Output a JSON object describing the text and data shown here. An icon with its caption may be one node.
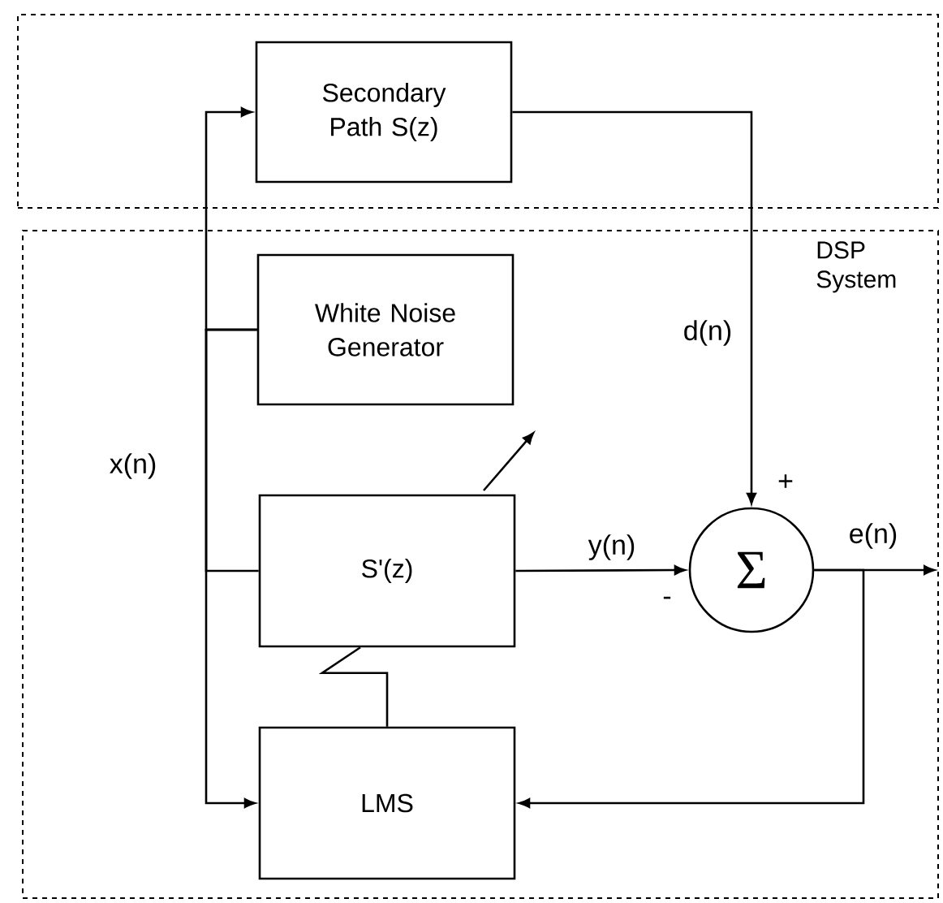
{
  "diagram": {
    "nodes": [
      {
        "text": [],
        "shape": "box"
      },
      {
        "text": [
          "Secondary Path S(z)"
        ],
        "in": 0
      },
      {
        "text": [
          "DSP System"
        ]
      },
      {
        "text": [
          "White Noise Generator"
        ],
        "in": 2
      },
      {
        "text": [
          "S'(z)"
        ],
        "in": 2
      },
      {
        "text": [
          "Σ"
        ],
        "in": 2
      },
      {
        "text": [
          "LMS"
        ],
        "in": 2
      }
    ],
    "edges": [
      {
        "from": 3,
        "to": 1,
        "arrow": "to"
      },
      {
        "from": 3,
        "to": 4,
        "arrow": "none"
      },
      {
        "from": 3,
        "to": 6,
        "arrow": "to"
      },
      {
        "from": 1,
        "to": 5,
        "arrow": "to",
        "label": "d(n)"
      },
      {
        "from": 4,
        "to": 5,
        "arrow": "to",
        "label": "y(n)"
      },
      {
        "from": 5,
        "to": null,
        "arrow": "to",
        "label": "e(n)"
      },
      {
        "from": 5,
        "to": 6,
        "arrow": "to"
      },
      {
        "from": 6,
        "to": 4,
        "arrow": "none"
      }
    ],
    "labels": [
      "x(n)",
      "+",
      "-"
    ]
  }
}
